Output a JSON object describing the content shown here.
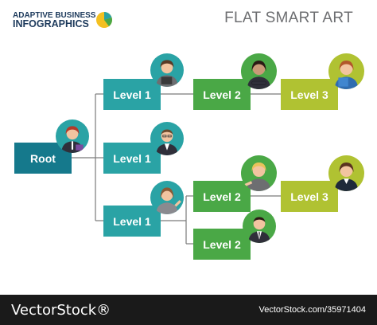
{
  "brand": {
    "line1": "ADAPTIVE BUSINESS",
    "line2": "INFOGRAPHICS",
    "icon": "pie-logo-icon"
  },
  "title": "FLAT SMART ART",
  "colors": {
    "root": "#15798c",
    "level1": "#2aa3a5",
    "level2": "#4aa846",
    "level3": "#b0c232",
    "footer": "#1a1a1a",
    "title": "#6d6e71"
  },
  "diagram": {
    "root": {
      "label": "Root",
      "avatar": "woman-briefcase-avatar-icon"
    },
    "level1": [
      {
        "label": "Level 1",
        "avatar": "woman-tablet-avatar-icon"
      },
      {
        "label": "Level 1",
        "avatar": "man-glasses-avatar-icon"
      },
      {
        "label": "Level 1",
        "avatar": "woman-presenting-avatar-icon"
      }
    ],
    "level2": [
      {
        "label": "Level 2",
        "avatar": "woman-arms-crossed-avatar-icon"
      },
      {
        "label": "Level 2",
        "avatar": "woman-blonde-avatar-icon"
      },
      {
        "label": "Level 2",
        "avatar": "man-suit-avatar-icon"
      }
    ],
    "level3": [
      {
        "label": "Level 3",
        "avatar": "woman-folder-avatar-icon"
      },
      {
        "label": "Level 3",
        "avatar": "woman-dark-hair-avatar-icon"
      }
    ]
  },
  "footer": {
    "logo": "VectorStock®",
    "meta": "VectorStock.com/35971404"
  }
}
